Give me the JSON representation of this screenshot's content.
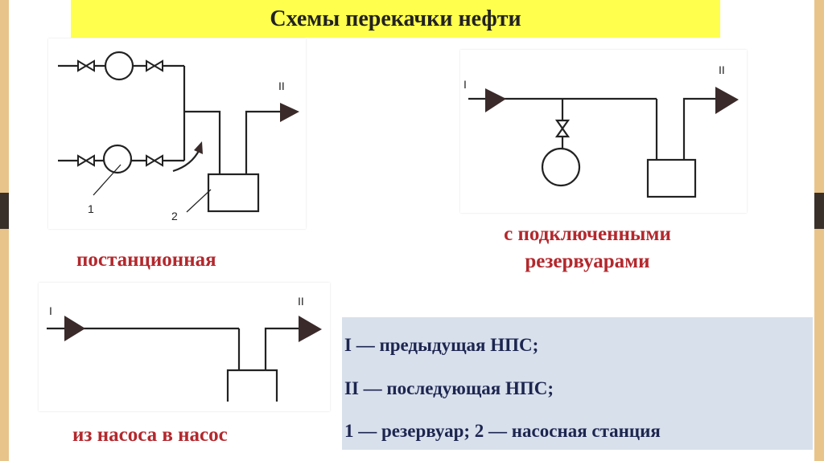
{
  "title": "Схемы перекачки нефти",
  "diagrams": [
    {
      "caption": "постанционная",
      "labels": {
        "outlet": "II",
        "item1": "1",
        "item2": "2"
      }
    },
    {
      "caption_line1": "с подключенными",
      "caption_line2": "резервуарами",
      "labels": {
        "inlet": "I",
        "outlet": "II"
      }
    },
    {
      "caption": "из насоса в насос",
      "labels": {
        "inlet": "I",
        "outlet": "II"
      }
    }
  ],
  "legend": [
    "I — предыдущая НПС;",
    "II — последующая НПС;",
    "1 — резервуар; 2 — насосная станция"
  ],
  "colors": {
    "title_bg": "#ffff4d",
    "caption": "#b3282d",
    "legend_bg": "#d8e0ec",
    "legend_text": "#1d2650"
  }
}
